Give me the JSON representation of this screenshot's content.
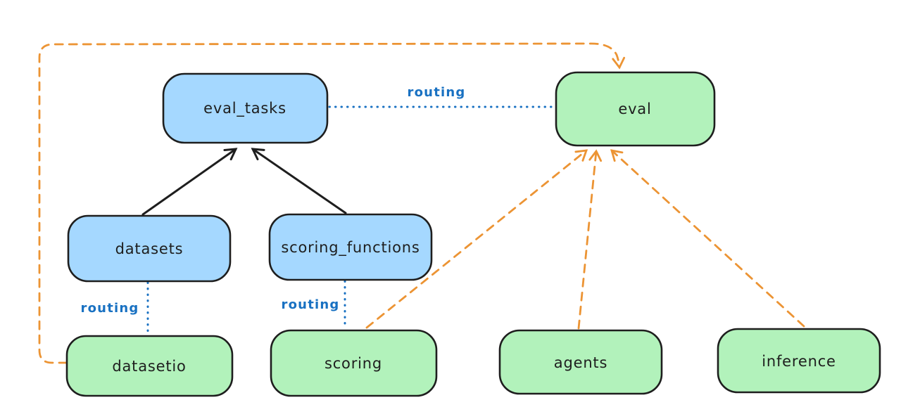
{
  "diagram": {
    "kind": "architecture-diagram",
    "colors": {
      "background": "#ffffff",
      "node_stroke": "#1e1e1e",
      "blue_fill": "#a5d8ff",
      "green_fill": "#b2f2bb",
      "orange": "#ec9434",
      "routing_blue": "#1971c2",
      "black_arrow": "#1e1e1e",
      "text": "#1e1e1e"
    },
    "nodes": [
      {
        "id": "eval_tasks",
        "label": "eval_tasks",
        "color": "blue"
      },
      {
        "id": "eval",
        "label": "eval",
        "color": "green"
      },
      {
        "id": "datasets",
        "label": "datasets",
        "color": "blue"
      },
      {
        "id": "scoring_functions",
        "label": "scoring_functions",
        "color": "blue"
      },
      {
        "id": "datasetio",
        "label": "datasetio",
        "color": "green"
      },
      {
        "id": "scoring",
        "label": "scoring",
        "color": "green"
      },
      {
        "id": "agents",
        "label": "agents",
        "color": "green"
      },
      {
        "id": "inference",
        "label": "inference",
        "color": "green"
      }
    ],
    "edges": [
      {
        "from": "datasets",
        "to": "eval_tasks",
        "style": "solid-black-arrow",
        "label": ""
      },
      {
        "from": "scoring_functions",
        "to": "eval_tasks",
        "style": "solid-black-arrow",
        "label": ""
      },
      {
        "from": "eval_tasks",
        "to": "eval",
        "style": "dotted-blue",
        "label": "routing"
      },
      {
        "from": "datasets",
        "to": "datasetio",
        "style": "dotted-blue",
        "label": "routing"
      },
      {
        "from": "scoring_functions",
        "to": "scoring",
        "style": "dotted-blue",
        "label": "routing"
      },
      {
        "from": "datasetio",
        "to": "eval",
        "style": "dashed-orange-arrow",
        "label": ""
      },
      {
        "from": "scoring",
        "to": "eval",
        "style": "dashed-orange-arrow",
        "label": ""
      },
      {
        "from": "agents",
        "to": "eval",
        "style": "dashed-orange-arrow",
        "label": ""
      },
      {
        "from": "inference",
        "to": "eval",
        "style": "dashed-orange-arrow",
        "label": ""
      }
    ]
  }
}
